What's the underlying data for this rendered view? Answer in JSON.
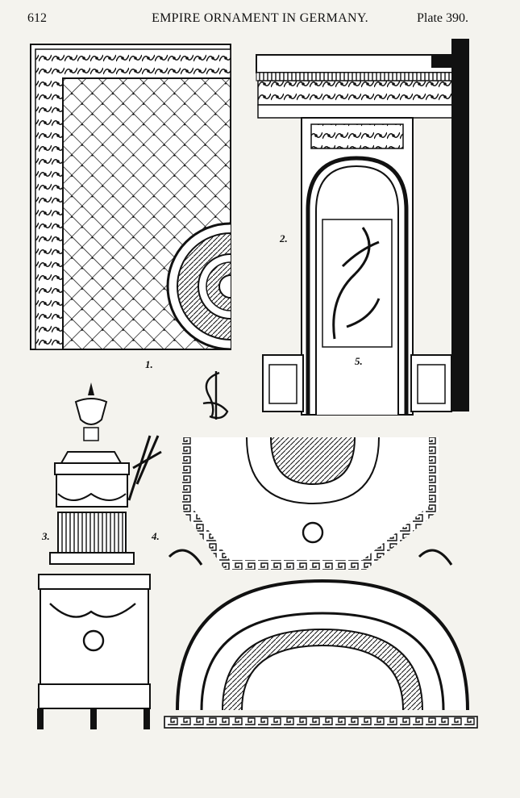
{
  "header": {
    "page_number": "612",
    "title": "EMPIRE ORNAMENT IN GERMANY.",
    "plate": "Plate 390."
  },
  "figures": [
    {
      "number": "1.",
      "subject": "ceiling-panel-lattice"
    },
    {
      "number": "2.",
      "subject": "wall-elevation-with-door"
    },
    {
      "number": "3.",
      "subject": "stove"
    },
    {
      "number": "4.",
      "subject": "ceiling-quarter"
    },
    {
      "number": "5.",
      "subject": "door-panel"
    }
  ],
  "colors": {
    "paper": "#f4f3ee",
    "ink": "#111111"
  }
}
